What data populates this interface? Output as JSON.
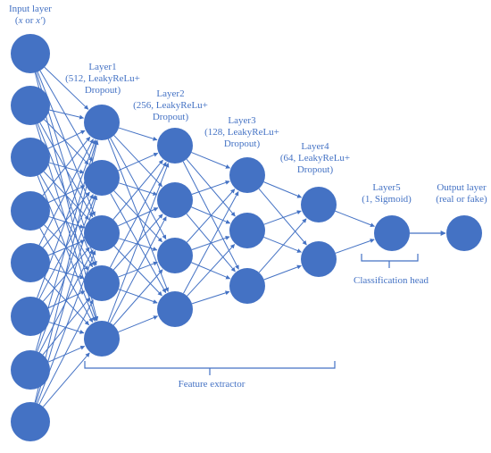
{
  "input_layer": {
    "title": "Input layer",
    "subtitle_x": "x",
    "subtitle_or": " or ",
    "subtitle_xp": "x′",
    "node_count": 8
  },
  "layers": [
    {
      "name": "Layer1",
      "line2": "(512, LeakyReLu+",
      "line3": "Dropout)",
      "node_count": 5
    },
    {
      "name": "Layer2",
      "line2": "(256, LeakyReLu+",
      "line3": "Dropout)",
      "node_count": 4
    },
    {
      "name": "Layer3",
      "line2": "(128, LeakyReLu+",
      "line3": "Dropout)",
      "node_count": 3
    },
    {
      "name": "Layer4",
      "line2": "(64, LeakyReLu+",
      "line3": "Dropout)",
      "node_count": 2
    },
    {
      "name": "Layer5",
      "line2": "(1, Sigmoid)",
      "line3": "",
      "node_count": 1
    }
  ],
  "output_layer": {
    "title": "Output layer",
    "subtitle": "(real or fake)",
    "node_count": 1
  },
  "brackets": {
    "feature_extractor": "Feature extractor",
    "classification_head": "Classification head"
  },
  "colors": {
    "node": "#4472C4",
    "edge": "#4472C4",
    "text": "#4472C4"
  }
}
